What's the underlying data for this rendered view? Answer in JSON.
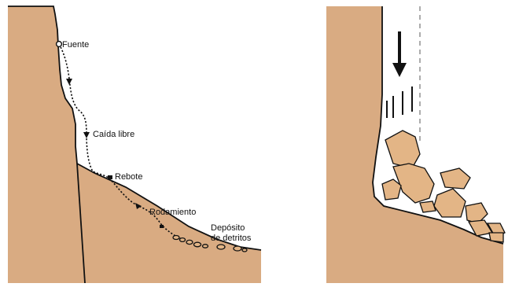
{
  "colors": {
    "rock": "#d9ab82",
    "rock_light": "#e3b586",
    "outline": "#111111",
    "background": "#ffffff"
  },
  "left_panel": {
    "labels": {
      "source": "Fuente",
      "free_fall": "Caída libre",
      "bounce": "Rebote",
      "rolling": "Rodamiento",
      "debris_line1": "Depósito",
      "debris_line2": "de detritos"
    }
  },
  "right_panel": {
    "icons": [
      "down-arrow-icon"
    ]
  }
}
